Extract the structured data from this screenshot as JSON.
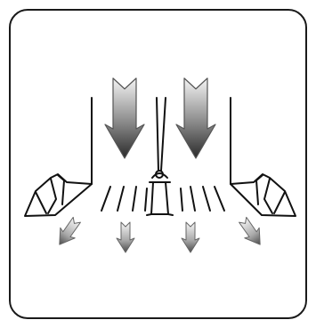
{
  "diagram": {
    "description_icons": [
      "large-down-arrow-icon",
      "small-diagonal-arrow-icon",
      "pendulum-weight-icon",
      "hanging-clothes-icon"
    ],
    "colors": {
      "border": "#1a1a1a",
      "stroke": "#111111",
      "arrow_light": "#f4f4f4",
      "arrow_dark": "#2a2a2a",
      "background": "#ffffff"
    },
    "counts": {
      "large_arrows": 2,
      "small_arrows": 4,
      "hanging_items": 2,
      "dash_marks": 8
    }
  }
}
